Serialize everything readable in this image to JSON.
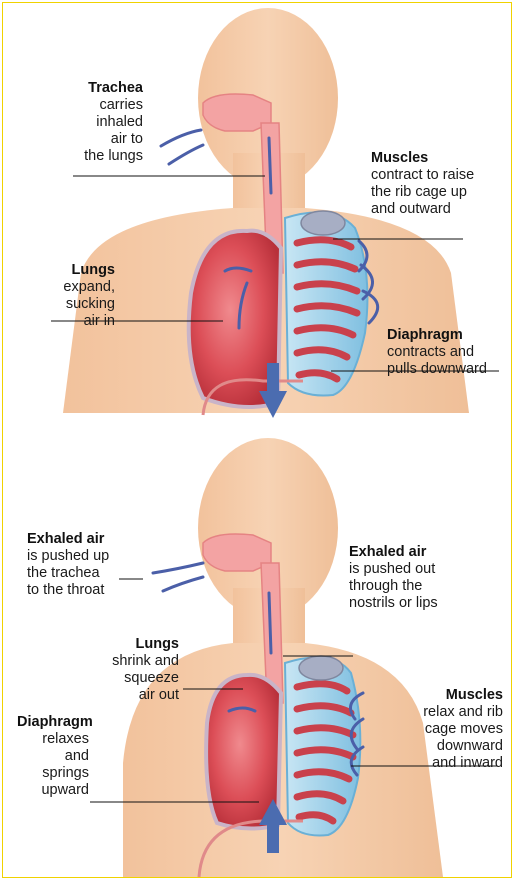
{
  "inhale": {
    "trachea": {
      "title": "Trachea",
      "text": "carries\ninhaled\nair to\nthe lungs"
    },
    "muscles": {
      "title": "Muscles",
      "text": "contract to raise\nthe rib cage up\nand outward"
    },
    "lungs": {
      "title": "Lungs",
      "text": "expand,\nsucking\nair in"
    },
    "diaphragm": {
      "title": "Diaphragm",
      "text": "contracts and\npulls downward"
    }
  },
  "exhale": {
    "exhaled_left": {
      "title": "Exhaled air",
      "text": "is pushed up\nthe trachea\nto the throat"
    },
    "exhaled_right": {
      "title": "Exhaled air",
      "text": "is pushed out\nthrough the\nnostrils or lips"
    },
    "lungs": {
      "title": "Lungs",
      "text": "shrink and\nsqueeze\nair out"
    },
    "muscles": {
      "title": "Muscles",
      "text": "relax and rib\ncage moves\ndownward\nand inward"
    },
    "diaphragm": {
      "title": "Diaphragm",
      "text": "relaxes\nand\nsprings\nupward"
    }
  },
  "colors": {
    "skin": "#f4cba6",
    "lung": "#d94a52",
    "rib": "#8fcbe6",
    "arrow": "#4b5fa8",
    "frame": "#f0d200"
  }
}
